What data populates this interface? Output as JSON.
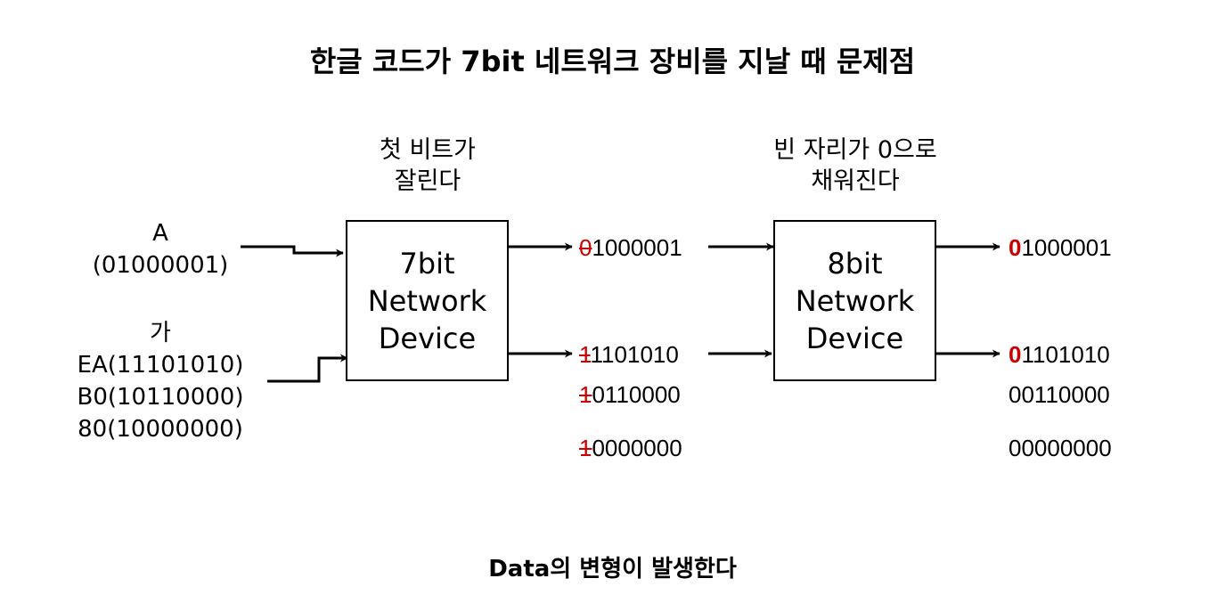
{
  "title": "한글 코드가 7bit 네트워크 장비를 지날 때 문제점",
  "notes": {
    "first_bit_cut": "첫 비트가\n잘린다",
    "filled_zero": "빈 자리가 0으로\n채워진다"
  },
  "inputs": {
    "a": "A\n(01000001)",
    "ga": "가\nEA(11101010)\nB0(10110000)\n80(10000000)"
  },
  "devices": {
    "seven_bit": "7bit\nNetwork\nDevice",
    "eight_bit": "8bit\nNetwork\nDevice"
  },
  "after_7bit": {
    "row1": {
      "first": "0",
      "rest": "1000001"
    },
    "row2": {
      "first": "1",
      "rest": "1101010"
    },
    "row3": {
      "first": "1",
      "rest": "0110000"
    },
    "row4": {
      "first": "1",
      "rest": "0000000"
    }
  },
  "after_8bit": {
    "row1": {
      "first": "0",
      "rest": "1000001"
    },
    "row2": {
      "first": "0",
      "rest": "1101010"
    },
    "row3": "00110000",
    "row4": "00000000"
  },
  "footer": "Data의 변형이 발생한다",
  "colors": {
    "highlight": "#cc0000"
  }
}
